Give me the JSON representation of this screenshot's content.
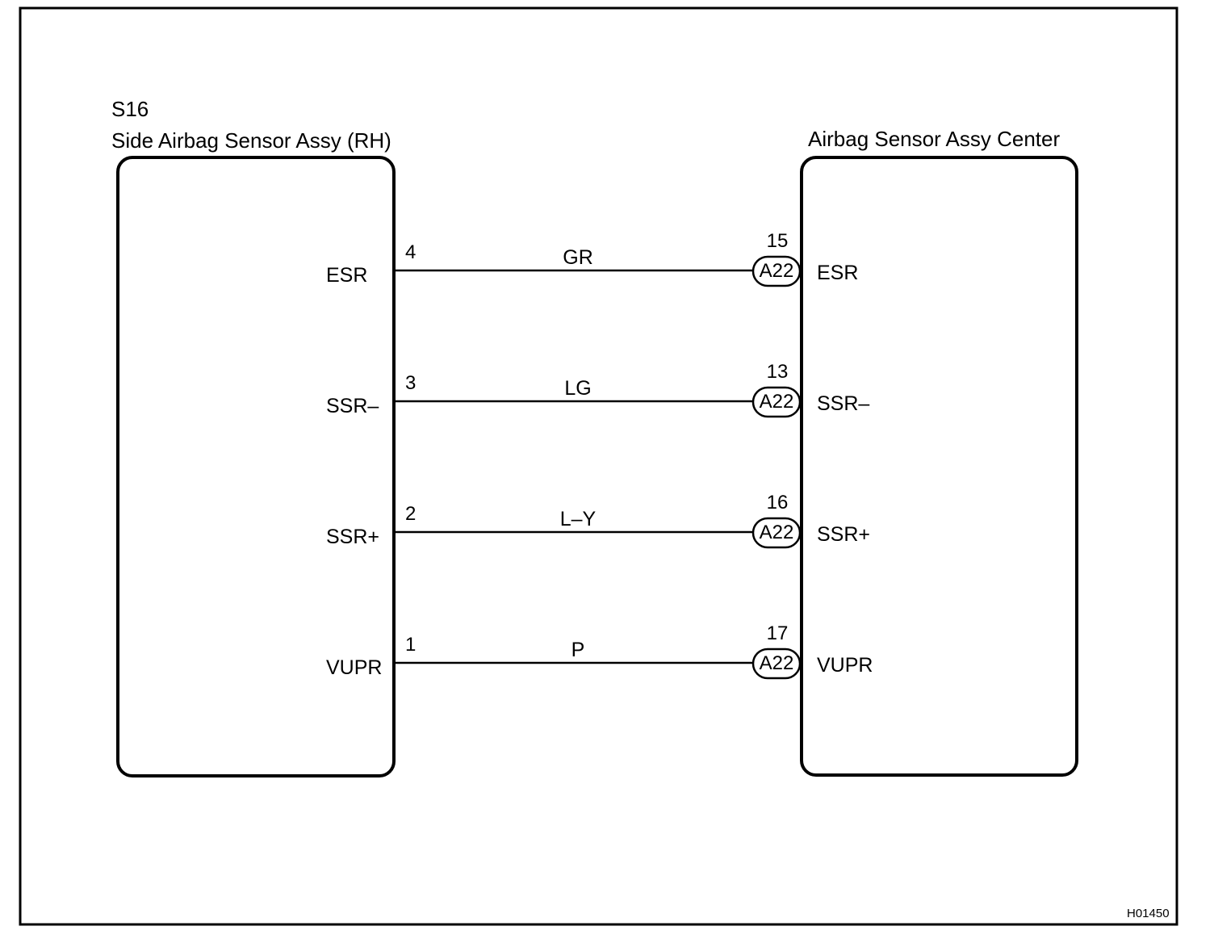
{
  "figure_code": "H01450",
  "left_component": {
    "code": "S16",
    "name": "Side Airbag Sensor Assy (RH)"
  },
  "right_component": {
    "name": "Airbag Sensor Assy Center"
  },
  "connector_label": "A22",
  "wires": [
    {
      "left_pin": "4",
      "left_terminal": "ESR",
      "color": "GR",
      "right_pin": "15",
      "connector": "A22",
      "right_terminal": "ESR"
    },
    {
      "left_pin": "3",
      "left_terminal": "SSR–",
      "color": "LG",
      "right_pin": "13",
      "connector": "A22",
      "right_terminal": "SSR–"
    },
    {
      "left_pin": "2",
      "left_terminal": "SSR+",
      "color": "L–Y",
      "right_pin": "16",
      "connector": "A22",
      "right_terminal": "SSR+"
    },
    {
      "left_pin": "1",
      "left_terminal": "VUPR",
      "color": "P",
      "right_pin": "17",
      "connector": "A22",
      "right_terminal": "VUPR"
    }
  ]
}
